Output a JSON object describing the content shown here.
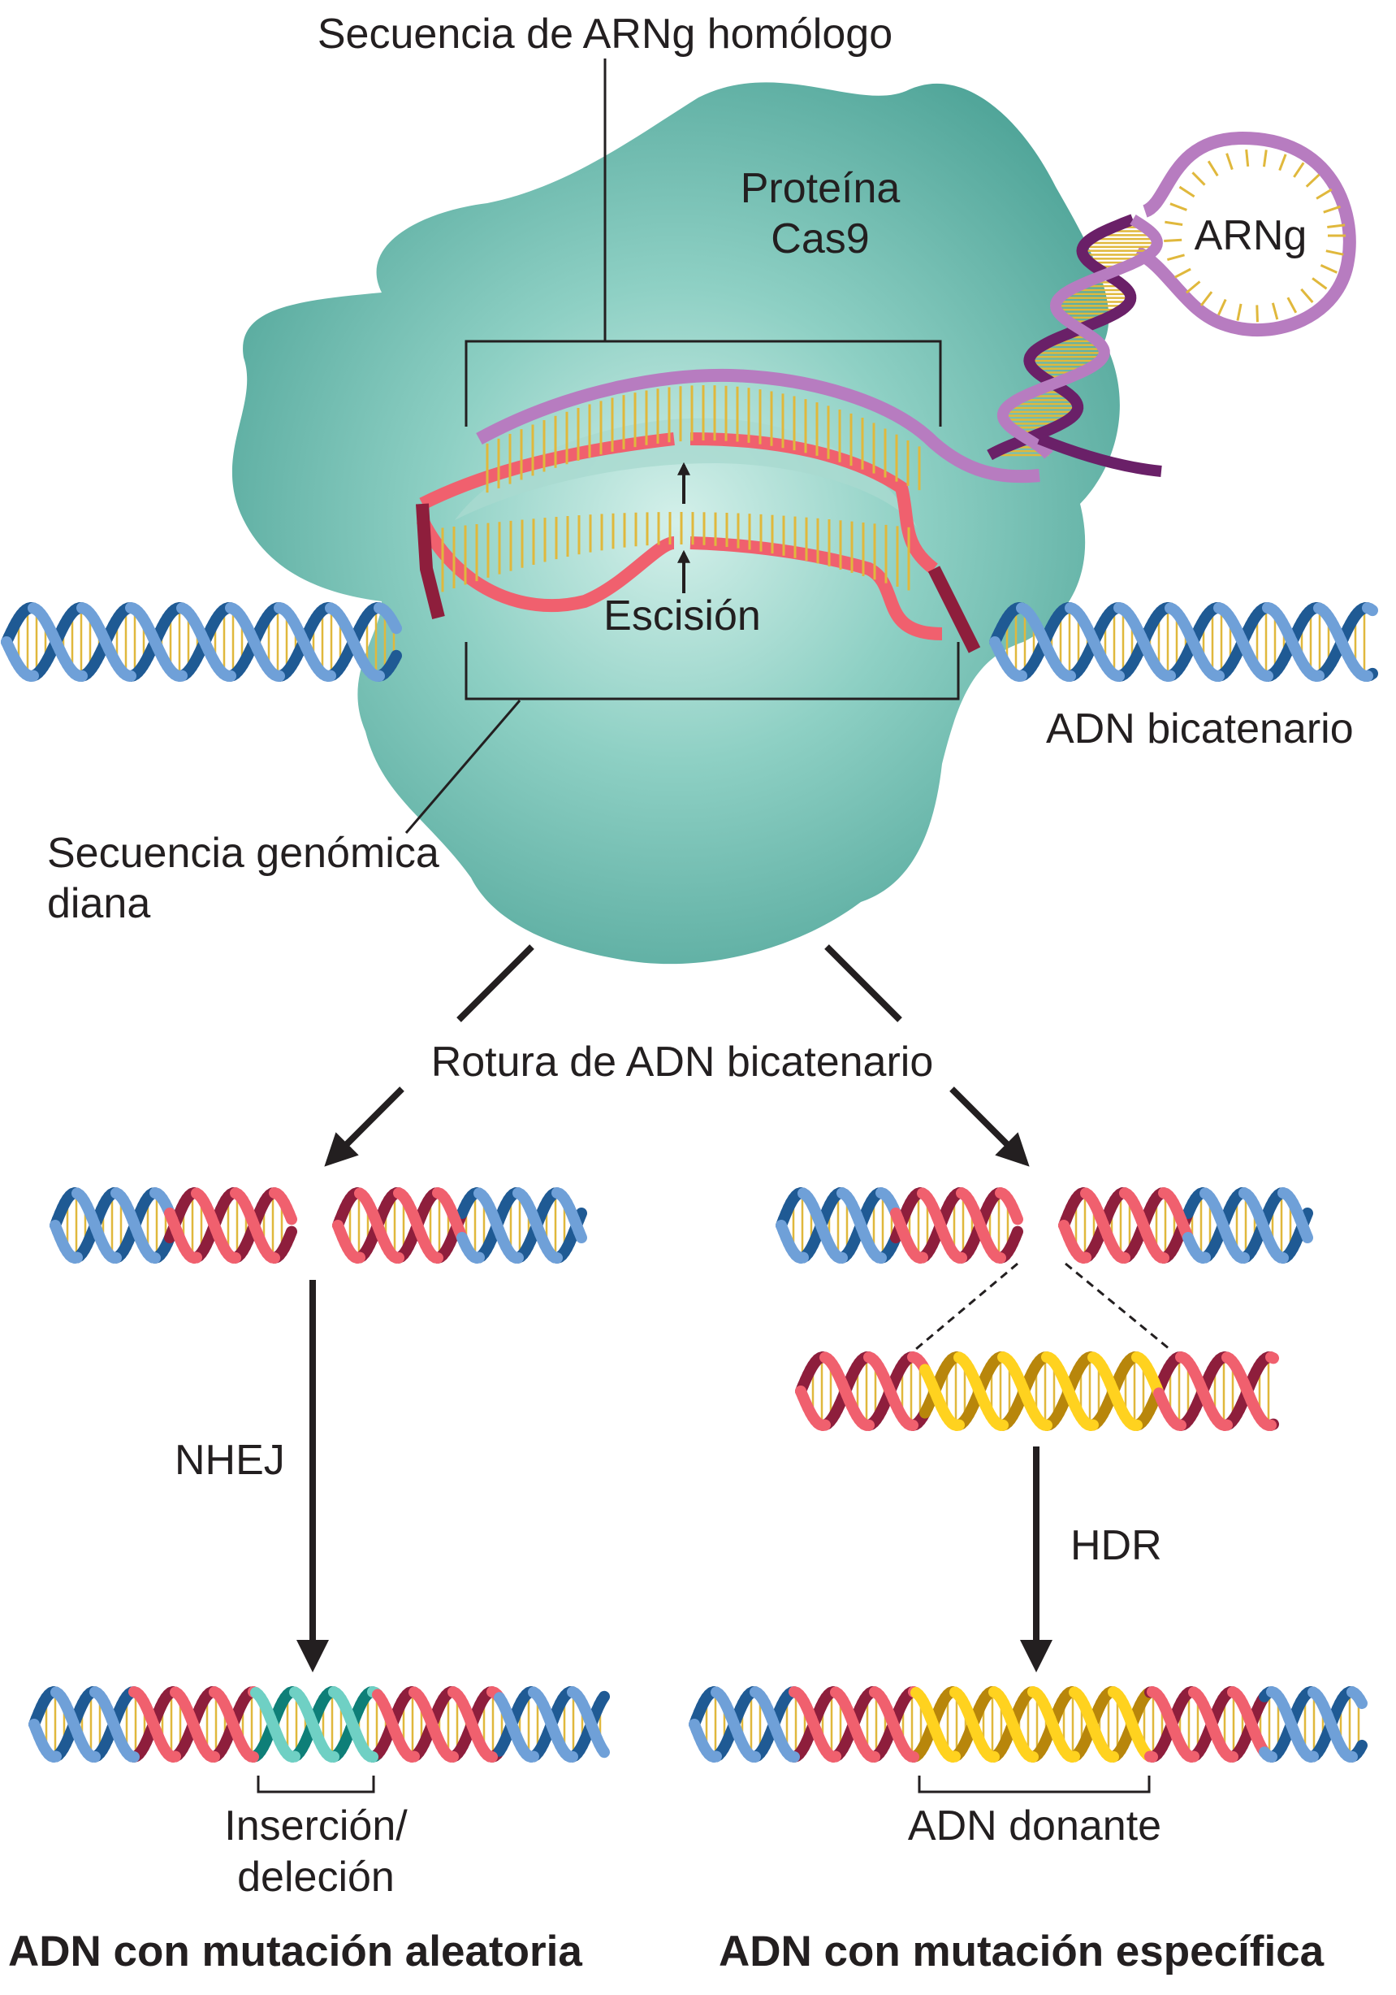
{
  "labels": {
    "grna_sequence": "Secuencia de ARNg homólogo",
    "cas9_line1": "Proteína",
    "cas9_line2": "Cas9",
    "grna": "ARNg",
    "cleavage": "Escisión",
    "dsdna": "ADN bicatenario",
    "target_line1": "Secuencia genómica",
    "target_line2": "diana",
    "dsb": "Rotura de ADN bicatenario",
    "nhej": "NHEJ",
    "hdr": "HDR",
    "indel_line1": "Inserción/",
    "indel_line2": "deleción",
    "donor": "ADN donante",
    "random_result": "ADN con mutación aleatoria",
    "specific_result": "ADN con mutación específica"
  },
  "colors": {
    "cas9": "#5fb5a8",
    "cas9_light": "#cfeee8",
    "dna_blue_dark": "#1f5a94",
    "dna_blue_light": "#6fa0d8",
    "dna_red_dark": "#8e1e3c",
    "dna_red_light": "#f0606e",
    "dna_yellow_dark": "#b8860b",
    "dna_yellow_light": "#ffd21f",
    "dna_teal_dark": "#0e7f78",
    "dna_teal_light": "#6fd0c4",
    "rna_purple": "#b77cc0",
    "rna_purple_dark": "#6a2068",
    "rung": "#e0b83c"
  }
}
